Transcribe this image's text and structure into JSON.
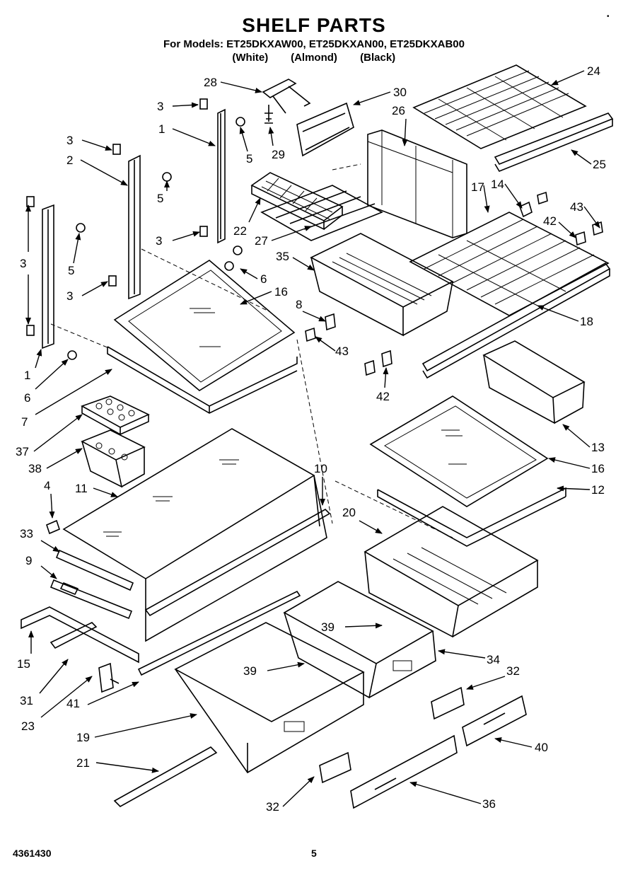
{
  "header": {
    "title": "SHELF PARTS",
    "models": "For Models: ET25DKXAW00, ET25DKXAN00, ET25DKXAB00",
    "colors": [
      "(White)",
      "(Almond)",
      "(Black)"
    ]
  },
  "footer": {
    "doc_number": "4361430",
    "page": "5"
  },
  "callouts": [
    {
      "id": "c28",
      "label": "28"
    },
    {
      "id": "c30",
      "label": "30"
    },
    {
      "id": "c24",
      "label": "24"
    },
    {
      "id": "c3a",
      "label": "3"
    },
    {
      "id": "c26",
      "label": "26"
    },
    {
      "id": "c1a",
      "label": "1"
    },
    {
      "id": "c5a",
      "label": "5"
    },
    {
      "id": "c29",
      "label": "29"
    },
    {
      "id": "c3b",
      "label": "3"
    },
    {
      "id": "c25",
      "label": "25"
    },
    {
      "id": "c2",
      "label": "2"
    },
    {
      "id": "c17",
      "label": "17"
    },
    {
      "id": "c14",
      "label": "14"
    },
    {
      "id": "c5b",
      "label": "5"
    },
    {
      "id": "c22",
      "label": "22"
    },
    {
      "id": "c43a",
      "label": "43"
    },
    {
      "id": "c3c",
      "label": "3"
    },
    {
      "id": "c42a",
      "label": "42"
    },
    {
      "id": "c27",
      "label": "27"
    },
    {
      "id": "c3d",
      "label": "3"
    },
    {
      "id": "c5c",
      "label": "5"
    },
    {
      "id": "c35",
      "label": "35"
    },
    {
      "id": "c6a",
      "label": "6"
    },
    {
      "id": "c3e",
      "label": "3"
    },
    {
      "id": "c16a",
      "label": "16"
    },
    {
      "id": "c8",
      "label": "8"
    },
    {
      "id": "c18",
      "label": "18"
    },
    {
      "id": "c43b",
      "label": "43"
    },
    {
      "id": "c1b",
      "label": "1"
    },
    {
      "id": "c42b",
      "label": "42"
    },
    {
      "id": "c6b",
      "label": "6"
    },
    {
      "id": "c7",
      "label": "7"
    },
    {
      "id": "c37",
      "label": "37"
    },
    {
      "id": "c13",
      "label": "13"
    },
    {
      "id": "c38",
      "label": "38"
    },
    {
      "id": "c16b",
      "label": "16"
    },
    {
      "id": "c10",
      "label": "10"
    },
    {
      "id": "c4",
      "label": "4"
    },
    {
      "id": "c12",
      "label": "12"
    },
    {
      "id": "c11",
      "label": "11"
    },
    {
      "id": "c20",
      "label": "20"
    },
    {
      "id": "c33",
      "label": "33"
    },
    {
      "id": "c9",
      "label": "9"
    },
    {
      "id": "c39a",
      "label": "39"
    },
    {
      "id": "c34",
      "label": "34"
    },
    {
      "id": "c15",
      "label": "15"
    },
    {
      "id": "c39b",
      "label": "39"
    },
    {
      "id": "c32a",
      "label": "32"
    },
    {
      "id": "c31",
      "label": "31"
    },
    {
      "id": "c41",
      "label": "41"
    },
    {
      "id": "c23",
      "label": "23"
    },
    {
      "id": "c40",
      "label": "40"
    },
    {
      "id": "c19",
      "label": "19"
    },
    {
      "id": "c21",
      "label": "21"
    },
    {
      "id": "c32b",
      "label": "32"
    },
    {
      "id": "c36",
      "label": "36"
    }
  ]
}
